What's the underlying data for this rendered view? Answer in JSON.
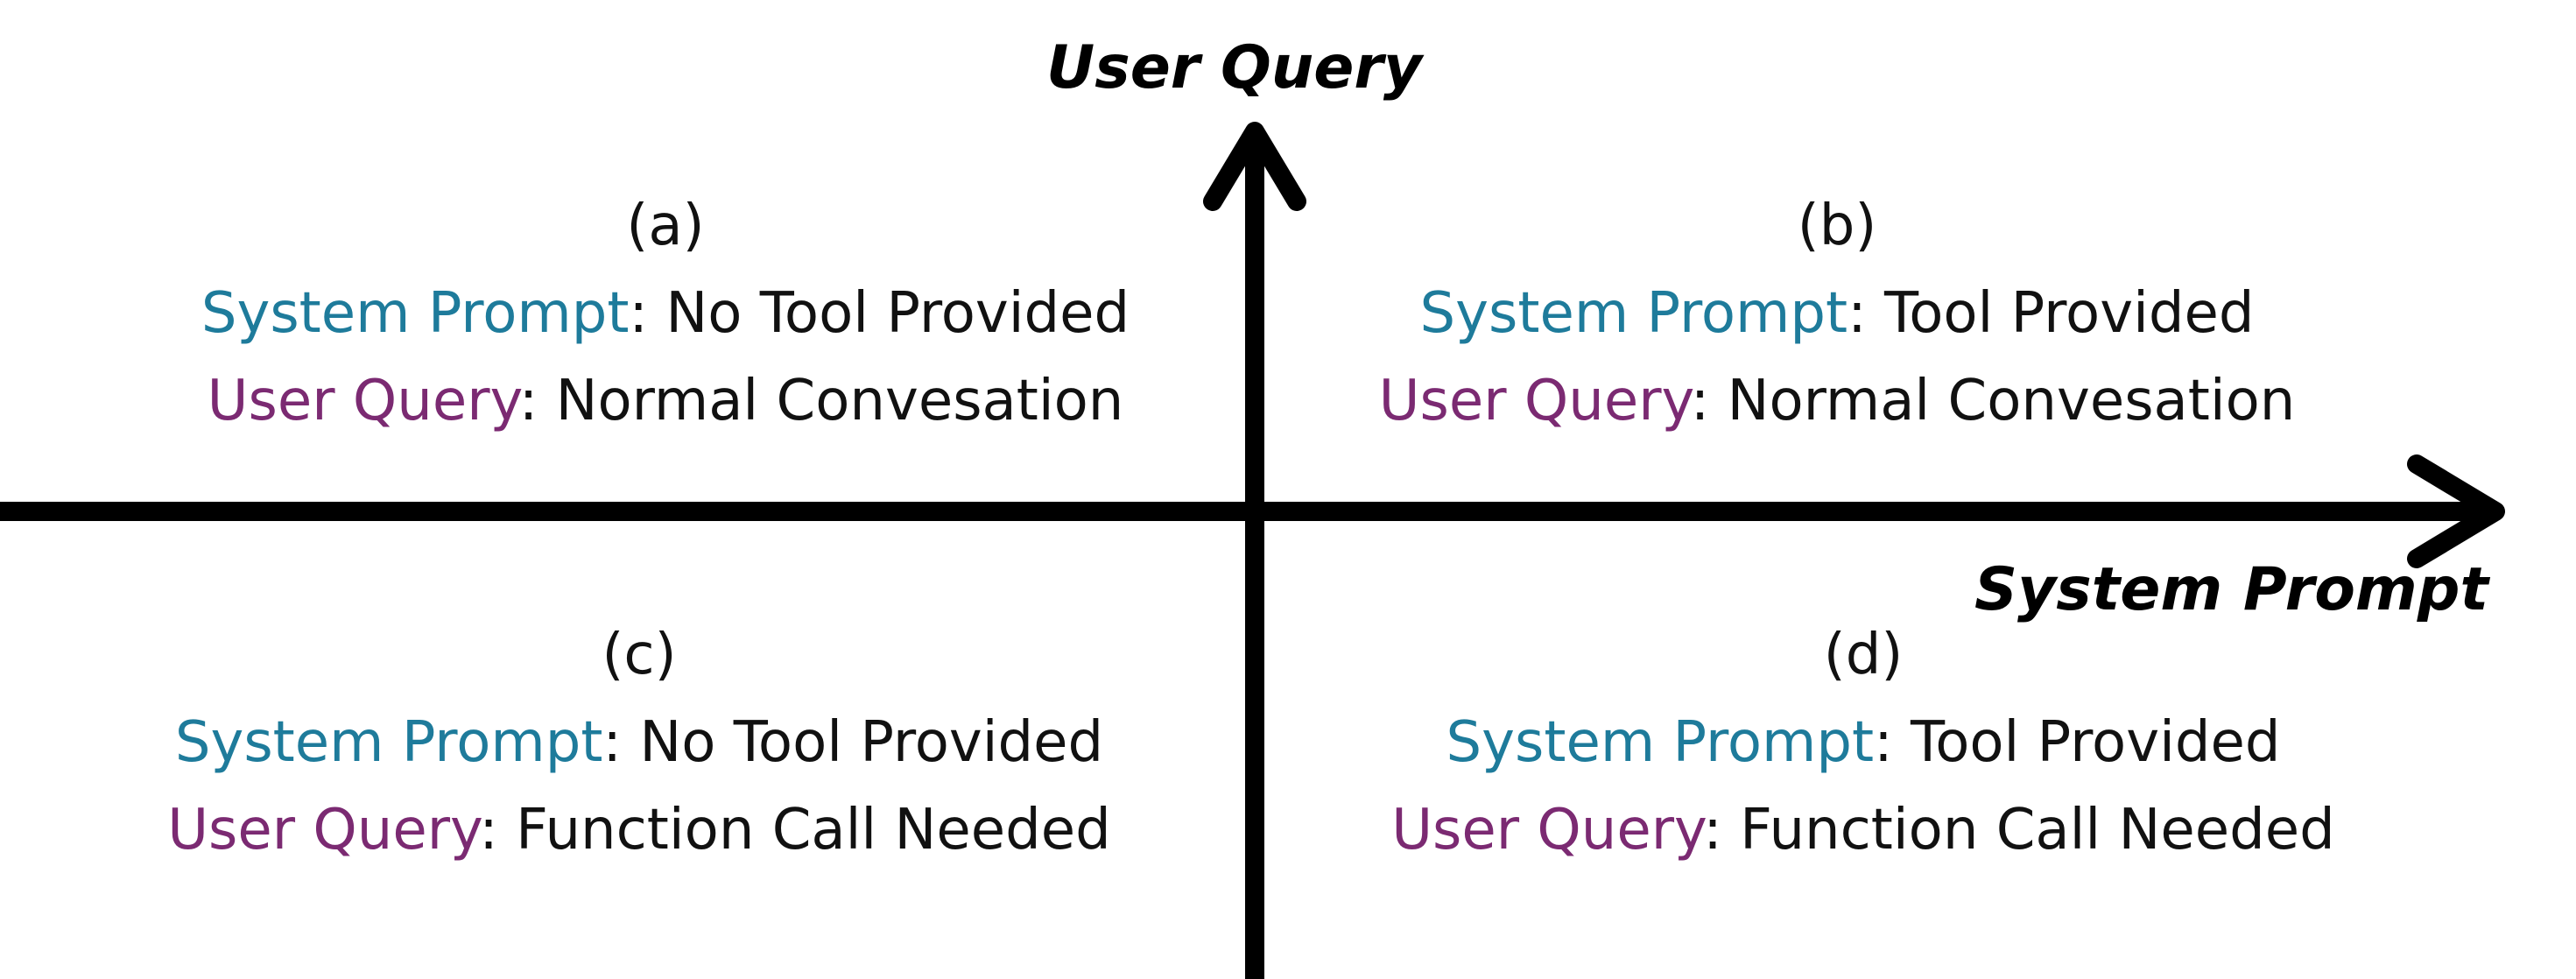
{
  "axes": {
    "y_title": "User Query",
    "x_title": "System Prompt"
  },
  "colors": {
    "system_prompt_key": "#1e7b9b",
    "user_query_key": "#7b2a72",
    "text": "#111111",
    "axis": "#000000"
  },
  "quadrants": {
    "a": {
      "label": "(a)",
      "system_key": "System Prompt",
      "system_value": "No Tool Provided",
      "user_key": "User Query",
      "user_value": "Normal Convesation"
    },
    "b": {
      "label": "(b)",
      "system_key": "System Prompt",
      "system_value": "Tool Provided",
      "user_key": "User Query",
      "user_value": "Normal Convesation"
    },
    "c": {
      "label": "(c)",
      "system_key": "System Prompt",
      "system_value": "No Tool Provided",
      "user_key": "User Query",
      "user_value": "Function Call Needed"
    },
    "d": {
      "label": "(d)",
      "system_key": "System Prompt",
      "system_value": "Tool Provided",
      "user_key": "User Query",
      "user_value": "Function Call Needed"
    }
  }
}
